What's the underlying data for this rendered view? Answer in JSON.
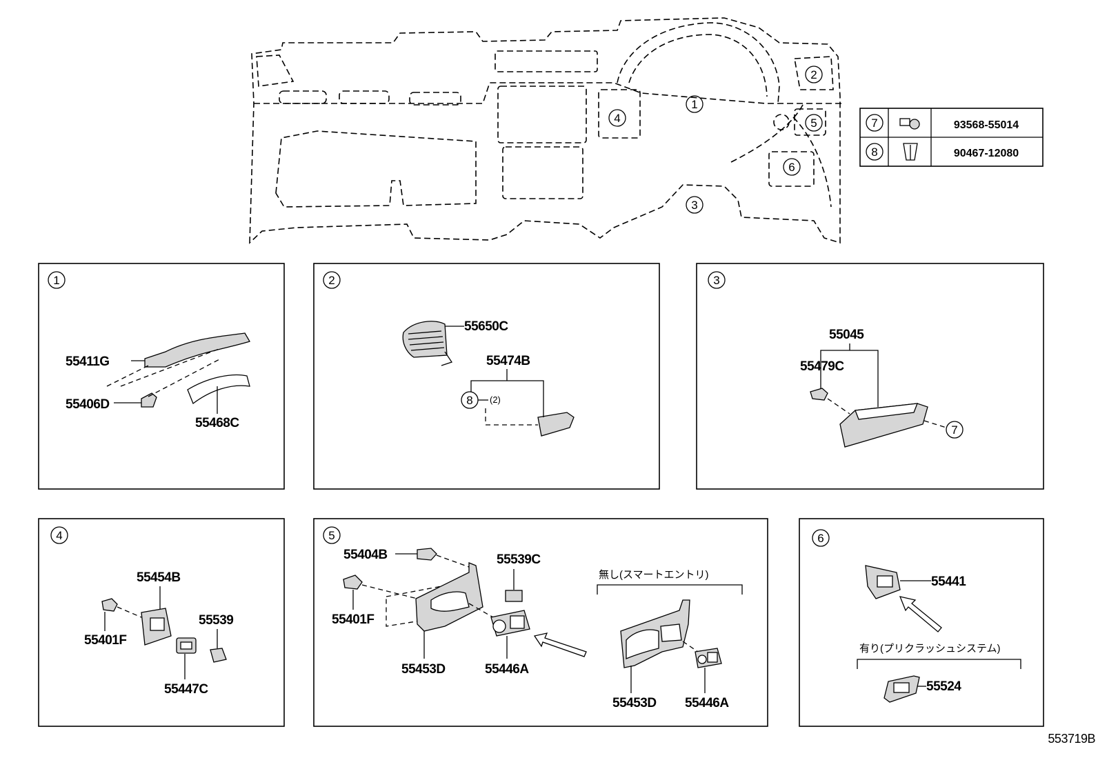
{
  "overview": {
    "callouts": [
      "1",
      "2",
      "3",
      "4",
      "5",
      "6"
    ]
  },
  "parts_table": {
    "rows": [
      {
        "ref": "7",
        "icon": "bolt-icon",
        "part_no": "93568-55014"
      },
      {
        "ref": "8",
        "icon": "clip-icon",
        "part_no": "90467-12080"
      }
    ]
  },
  "panels": {
    "p1": {
      "num": "1",
      "labels": [
        "55411G",
        "55406D",
        "55468C"
      ]
    },
    "p2": {
      "num": "2",
      "labels": [
        "55650C",
        "55474B",
        "8",
        "(2)"
      ]
    },
    "p3": {
      "num": "3",
      "labels": [
        "55045",
        "55479C",
        "7"
      ]
    },
    "p4": {
      "num": "4",
      "labels": [
        "55454B",
        "55401F",
        "55539",
        "55447C"
      ]
    },
    "p5": {
      "num": "5",
      "labels": [
        "55404B",
        "55539C",
        "55401F",
        "55453D",
        "55446A",
        "無し(スマートエントリ)",
        "55453D",
        "55446A"
      ]
    },
    "p6": {
      "num": "6",
      "labels": [
        "55441",
        "有り(プリクラッシュシステム)",
        "55524"
      ]
    }
  },
  "figure_id": "553719B"
}
